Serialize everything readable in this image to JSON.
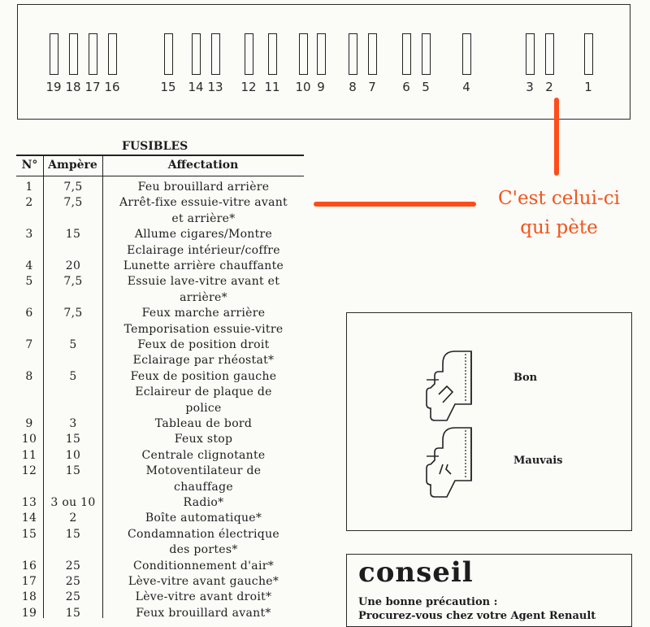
{
  "fuse_box": {
    "slots": [
      "19",
      "18",
      "17",
      "16",
      "15",
      "14",
      "13",
      "12",
      "11",
      "10",
      "9",
      "8",
      "7",
      "6",
      "5",
      "4",
      "3",
      "2",
      "1"
    ]
  },
  "annotation": {
    "line1": "C'est celui-ci",
    "line2": "qui pète",
    "color": "#ff4d1a"
  },
  "table": {
    "title": "FUSIBLES",
    "headers": {
      "num": "N°",
      "amp": "Ampère",
      "aff": "Affectation"
    },
    "rows": [
      {
        "num": "1",
        "amp": "7,5",
        "aff": [
          "Feu  brouillard arrière"
        ]
      },
      {
        "num": "2",
        "amp": "7,5",
        "aff": [
          "Arrêt-fixe essuie-vitre avant",
          "et arrière*"
        ]
      },
      {
        "num": "3",
        "amp": "15",
        "aff": [
          "Allume cigares/Montre",
          "Eclairage intérieur/coffre"
        ]
      },
      {
        "num": "4",
        "amp": "20",
        "aff": [
          "Lunette arrière chauffante"
        ]
      },
      {
        "num": "5",
        "amp": "7,5",
        "aff": [
          "Essuie lave-vitre avant et",
          "arrière*"
        ]
      },
      {
        "num": "6",
        "amp": "7,5",
        "aff": [
          "Feux marche arrière",
          "Temporisation essuie-vitre"
        ]
      },
      {
        "num": "7",
        "amp": "5",
        "aff": [
          "Feux de position droit",
          "Eclairage par rhéostat*"
        ]
      },
      {
        "num": "8",
        "amp": "5",
        "aff": [
          "Feux de position gauche",
          "Eclaireur de plaque de",
          "police"
        ]
      },
      {
        "num": "9",
        "amp": "3",
        "aff": [
          "Tableau de bord"
        ]
      },
      {
        "num": "10",
        "amp": "15",
        "aff": [
          "Feux stop"
        ]
      },
      {
        "num": "11",
        "amp": "10",
        "aff": [
          "Centrale clignotante"
        ]
      },
      {
        "num": "12",
        "amp": "15",
        "aff": [
          "Motoventilateur de",
          "chauffage"
        ]
      },
      {
        "num": "13",
        "amp": "3 ou 10",
        "aff": [
          "Radio*"
        ]
      },
      {
        "num": "14",
        "amp": "2",
        "aff": [
          "Boîte automatique*"
        ]
      },
      {
        "num": "15",
        "amp": "15",
        "aff": [
          "Condamnation électrique",
          "des portes*"
        ]
      },
      {
        "num": "16",
        "amp": "25",
        "aff": [
          "Conditionnement d'air*"
        ]
      },
      {
        "num": "17",
        "amp": "25",
        "aff": [
          "Lève-vitre avant gauche*"
        ]
      },
      {
        "num": "18",
        "amp": "25",
        "aff": [
          "Lève-vitre avant droit*"
        ]
      },
      {
        "num": "19",
        "amp": "15",
        "aff": [
          "Feux brouillard avant*"
        ]
      }
    ]
  },
  "fuse_states": {
    "good": "Bon",
    "bad": "Mauvais"
  },
  "conseil": {
    "title": "conseil",
    "line1": "Une bonne précaution :",
    "line2": "Procurez-vous chez votre Agent Renault"
  }
}
